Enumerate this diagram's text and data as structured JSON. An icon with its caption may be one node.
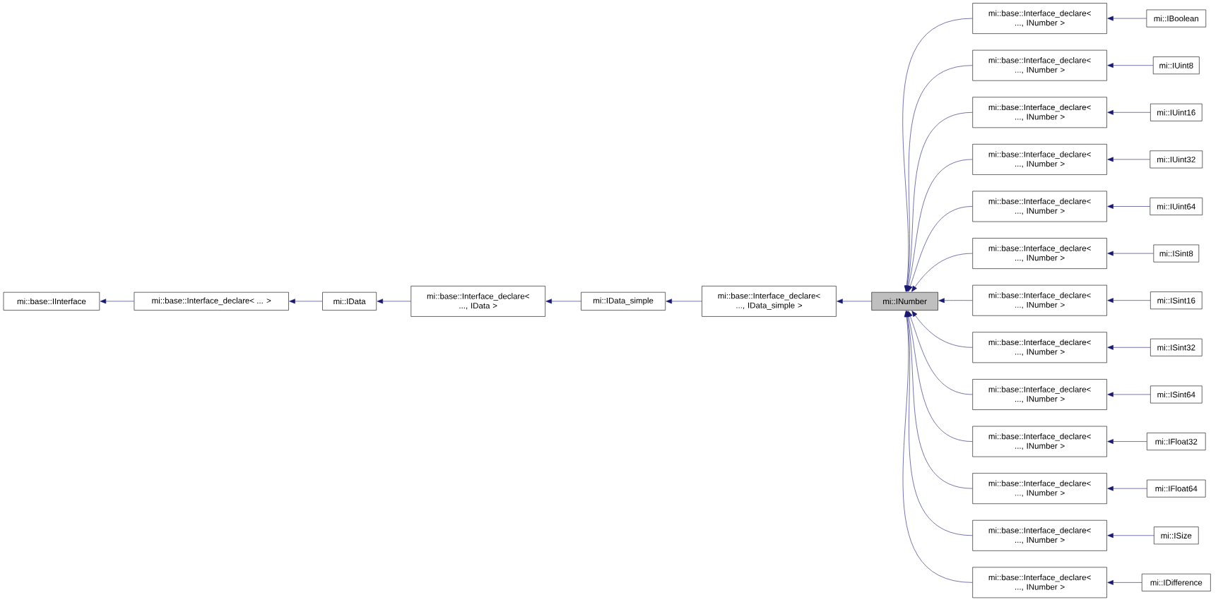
{
  "diagram": {
    "nodes": [
      {
        "text": [
          "mi::base::IInterface"
        ]
      },
      {
        "text": [
          "mi::base::Interface_declare< ... >"
        ]
      },
      {
        "text": [
          "mi::IData"
        ]
      },
      {
        "text": [
          "mi::base::Interface_declare< ..., IData >"
        ]
      },
      {
        "text": [
          "mi::IData_simple"
        ]
      },
      {
        "text": [
          "mi::base::Interface_declare< ..., IData_simple >"
        ]
      },
      {
        "text": [
          "mi::INumber"
        ]
      },
      {
        "text": [
          "mi::base::Interface_declare< ..., INumber >"
        ]
      },
      {
        "text": [
          "mi::base::Interface_declare< ..., INumber >"
        ]
      },
      {
        "text": [
          "mi::base::Interface_declare< ..., INumber >"
        ]
      },
      {
        "text": [
          "mi::base::Interface_declare< ..., INumber >"
        ]
      },
      {
        "text": [
          "mi::base::Interface_declare< ..., INumber >"
        ]
      },
      {
        "text": [
          "mi::base::Interface_declare< ..., INumber >"
        ]
      },
      {
        "text": [
          "mi::base::Interface_declare< ..., INumber >"
        ]
      },
      {
        "text": [
          "mi::base::Interface_declare< ..., INumber >"
        ]
      },
      {
        "text": [
          "mi::base::Interface_declare< ..., INumber >"
        ]
      },
      {
        "text": [
          "mi::base::Interface_declare< ..., INumber >"
        ]
      },
      {
        "text": [
          "mi::base::Interface_declare< ..., INumber >"
        ]
      },
      {
        "text": [
          "mi::base::Interface_declare< ..., INumber >"
        ]
      },
      {
        "text": [
          "mi::base::Interface_declare< ..., INumber >"
        ]
      },
      {
        "text": [
          "mi::IBoolean"
        ]
      },
      {
        "text": [
          "mi::IUint8"
        ]
      },
      {
        "text": [
          "mi::IUint16"
        ]
      },
      {
        "text": [
          "mi::IUint32"
        ]
      },
      {
        "text": [
          "mi::IUint64"
        ]
      },
      {
        "text": [
          "mi::ISint8"
        ]
      },
      {
        "text": [
          "mi::ISint16"
        ]
      },
      {
        "text": [
          "mi::ISint32"
        ]
      },
      {
        "text": [
          "mi::ISint64"
        ]
      },
      {
        "text": [
          "mi::IFloat32"
        ]
      },
      {
        "text": [
          "mi::IFloat64"
        ]
      },
      {
        "text": [
          "mi::ISize"
        ]
      },
      {
        "text": [
          "mi::IDifference"
        ]
      }
    ],
    "edges": [
      {
        "from": 1,
        "to": 0,
        "arrow": "to"
      },
      {
        "from": 2,
        "to": 1,
        "arrow": "to"
      },
      {
        "from": 3,
        "to": 2,
        "arrow": "to"
      },
      {
        "from": 4,
        "to": 3,
        "arrow": "to"
      },
      {
        "from": 5,
        "to": 4,
        "arrow": "to"
      },
      {
        "from": 6,
        "to": 5,
        "arrow": "to"
      },
      {
        "from": 7,
        "to": 6,
        "arrow": "to"
      },
      {
        "from": 8,
        "to": 6,
        "arrow": "to"
      },
      {
        "from": 9,
        "to": 6,
        "arrow": "to"
      },
      {
        "from": 10,
        "to": 6,
        "arrow": "to"
      },
      {
        "from": 11,
        "to": 6,
        "arrow": "to"
      },
      {
        "from": 12,
        "to": 6,
        "arrow": "to"
      },
      {
        "from": 13,
        "to": 6,
        "arrow": "to"
      },
      {
        "from": 14,
        "to": 6,
        "arrow": "to"
      },
      {
        "from": 15,
        "to": 6,
        "arrow": "to"
      },
      {
        "from": 16,
        "to": 6,
        "arrow": "to"
      },
      {
        "from": 17,
        "to": 6,
        "arrow": "to"
      },
      {
        "from": 18,
        "to": 6,
        "arrow": "to"
      },
      {
        "from": 19,
        "to": 6,
        "arrow": "to"
      },
      {
        "from": 20,
        "to": 7,
        "arrow": "to"
      },
      {
        "from": 21,
        "to": 8,
        "arrow": "to"
      },
      {
        "from": 22,
        "to": 9,
        "arrow": "to"
      },
      {
        "from": 23,
        "to": 10,
        "arrow": "to"
      },
      {
        "from": 24,
        "to": 11,
        "arrow": "to"
      },
      {
        "from": 25,
        "to": 12,
        "arrow": "to"
      },
      {
        "from": 26,
        "to": 13,
        "arrow": "to"
      },
      {
        "from": 27,
        "to": 14,
        "arrow": "to"
      },
      {
        "from": 28,
        "to": 15,
        "arrow": "to"
      },
      {
        "from": 29,
        "to": 16,
        "arrow": "to"
      },
      {
        "from": 30,
        "to": 17,
        "arrow": "to"
      },
      {
        "from": 31,
        "to": 18,
        "arrow": "to"
      },
      {
        "from": 32,
        "to": 19,
        "arrow": "to"
      }
    ]
  }
}
